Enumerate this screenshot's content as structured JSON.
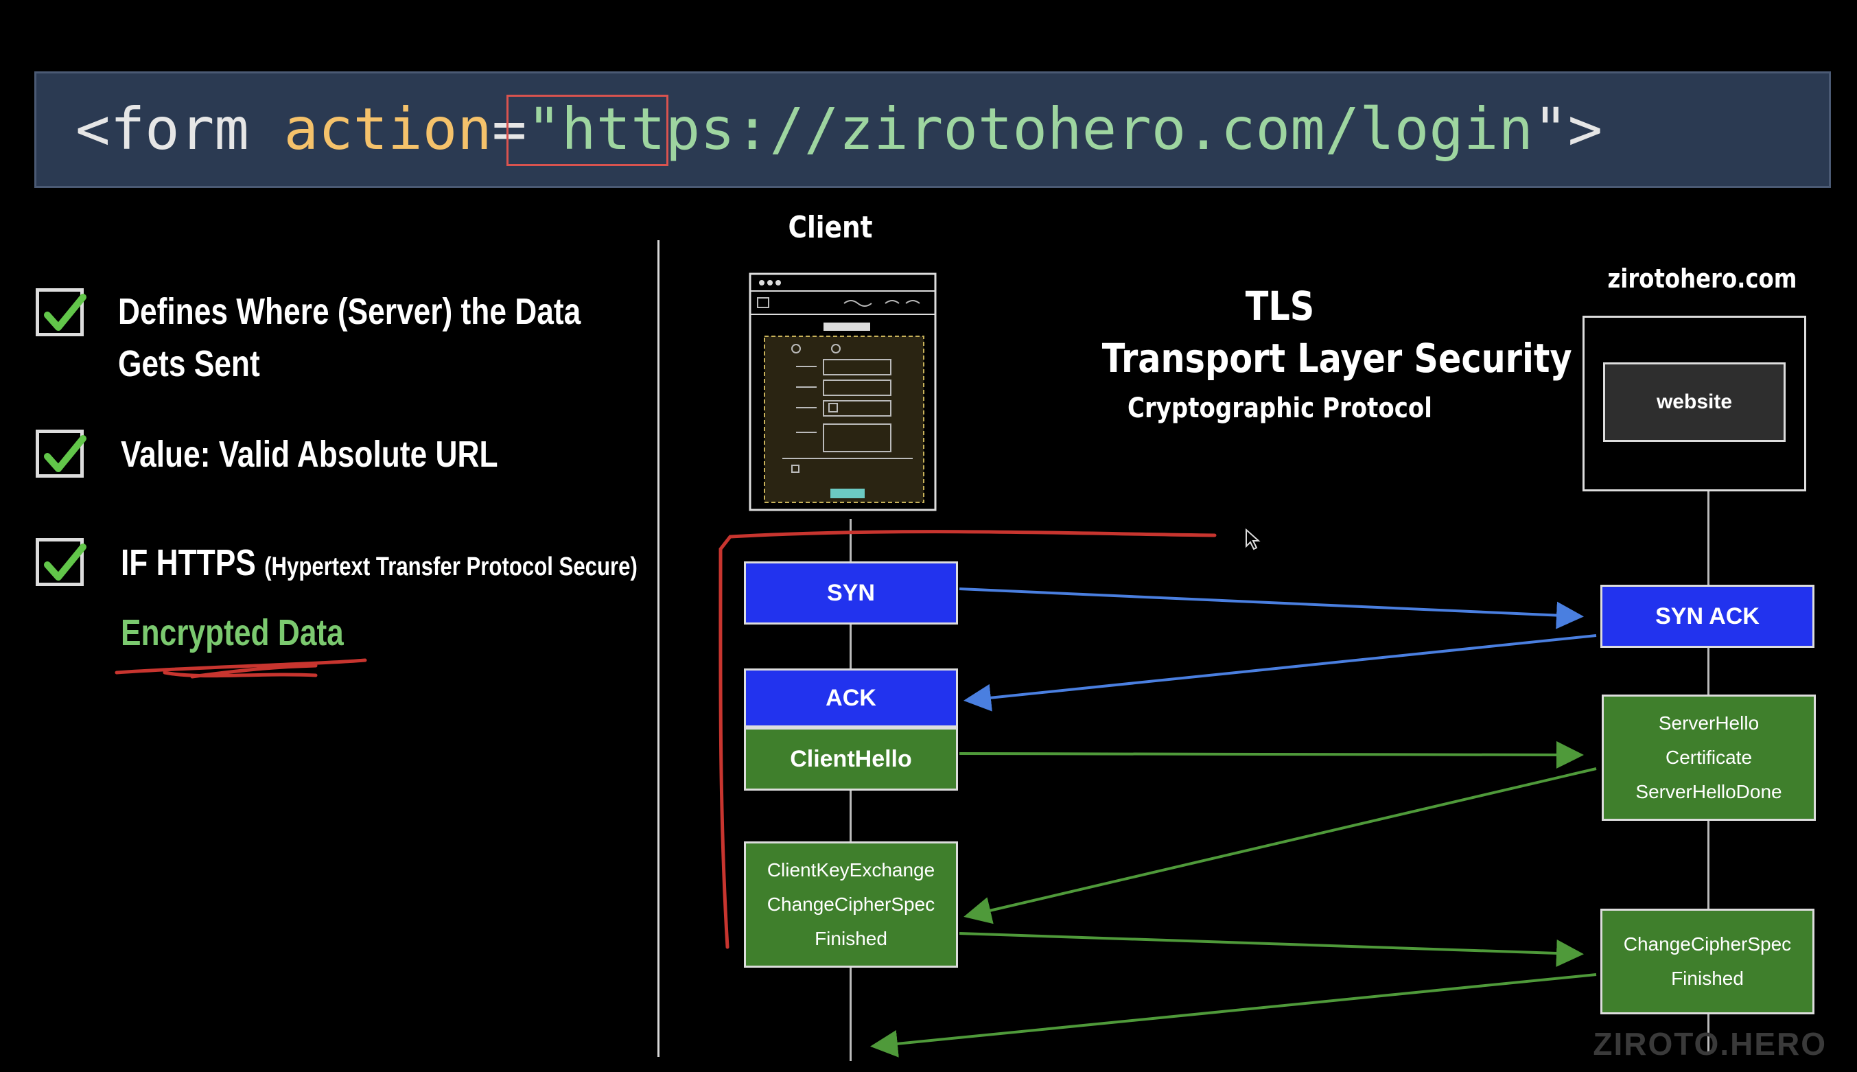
{
  "code": {
    "open": "<form ",
    "attr": "action",
    "eq": "=",
    "quote": "\"",
    "scheme": "https",
    "rest": "://zirotohero.com/login",
    "close": "\">"
  },
  "checklist": [
    {
      "line1": "Defines Where (Server) the Data",
      "line2": "Gets Sent"
    },
    {
      "line1": "Value: Valid Absolute URL"
    },
    {
      "main": "IF HTTPS",
      "detail": "(Hypertext Transfer Protocol Secure)"
    }
  ],
  "encrypted_note": "Encrypted Data",
  "client": {
    "title": "Client"
  },
  "server": {
    "title": "zirotohero.com",
    "box_label": "website"
  },
  "tls": {
    "title": "TLS",
    "subtitle": "Transport Layer Security",
    "caption": "Cryptographic Protocol"
  },
  "handshake": {
    "client_steps": [
      {
        "lines": [
          "SYN"
        ],
        "color": "#2233ee"
      },
      {
        "lines": [
          "ACK"
        ],
        "color": "#2233ee"
      },
      {
        "lines": [
          "ClientHello"
        ],
        "color": "#3f7f2c"
      },
      {
        "lines": [
          "ClientKeyExchange",
          "ChangeCipherSpec",
          "Finished"
        ],
        "color": "#3f7f2c"
      }
    ],
    "server_steps": [
      {
        "lines": [
          "SYN ACK"
        ],
        "color": "#2233ee"
      },
      {
        "lines": [
          "ServerHello",
          "Certificate",
          "ServerHelloDone"
        ],
        "color": "#3f7f2c"
      },
      {
        "lines": [
          "ChangeCipherSpec",
          "Finished"
        ],
        "color": "#3f7f2c"
      }
    ]
  },
  "colors": {
    "blue_arrow": "#4a7fe0",
    "green_arrow": "#4f9a3a",
    "annotation_red": "#c8352f",
    "check_green": "#62c64a"
  },
  "watermark": "ZIROTO.HERO"
}
